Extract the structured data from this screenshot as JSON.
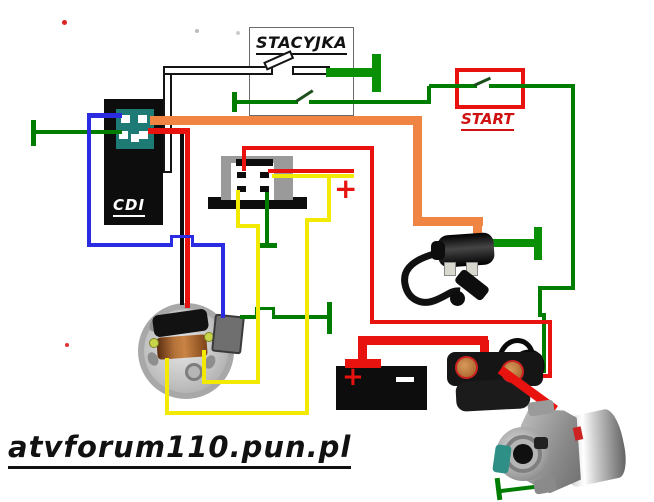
{
  "diagram": {
    "watermark": "atvforum110.pun.pl",
    "ignition_switch_label": "STACYJKA",
    "start_button_label": "START",
    "cdi_label": "CDI",
    "rectifier_plus": "+",
    "battery_plus": "+",
    "components": [
      "ignition-switch",
      "start-button",
      "cdi-unit",
      "rectifier-regulator",
      "ignition-coil",
      "spark-plug-cap",
      "stator-magneto",
      "battery",
      "starter-relay",
      "starter-motor",
      "ground-terminals"
    ],
    "wire_colors": {
      "ignition_green": "#007c00",
      "thick_green": "#0a9005",
      "power_red": "#e8120f",
      "charging_yellow": "#f2ea05",
      "pickup_blue": "#2b2ce2",
      "coil_orange": "#f08443",
      "kill_white_black": "#ffffff",
      "background": "#ffffff"
    }
  }
}
